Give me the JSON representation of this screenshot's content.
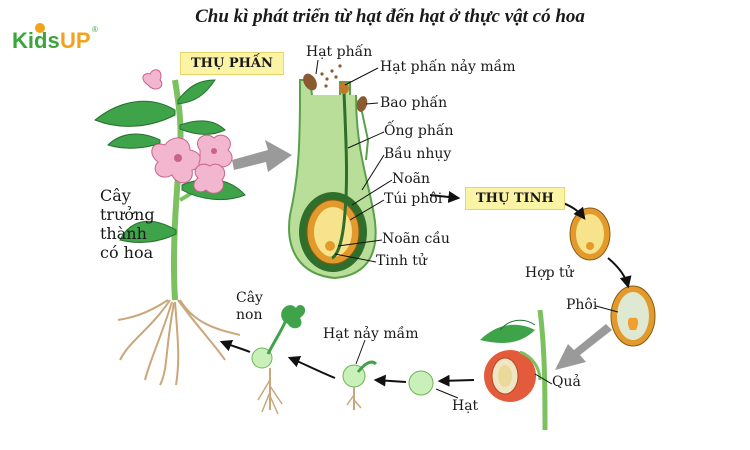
{
  "title": "Chu kì phát triển từ hạt đến hạt ở thực vật có hoa",
  "logo": {
    "text": "KidsUP",
    "mark": "®"
  },
  "stages": {
    "pollination": "THỤ PHẤN",
    "fertilization": "THỤ TINH"
  },
  "labels": {
    "mature_plant": "Cây trưởng thành có hoa",
    "pollen": "Hạt phấn",
    "germinating_pollen": "Hạt phấn nảy mầm",
    "anther": "Bao phấn",
    "pollen_tube": "Ống phấn",
    "ovary": "Bầu nhụy",
    "ovule": "Noãn",
    "embryo_sac": "Túi phôi",
    "egg_cell": "Noãn cầu",
    "sperm": "Tinh tử",
    "zygote": "Hợp tử",
    "embryo": "Phôi",
    "fruit": "Quả",
    "seed": "Hạt",
    "germinating_seed": "Hạt nảy mầm",
    "seedling": "Cây non"
  },
  "colors": {
    "leaf": "#3fa34a",
    "stem_light": "#b9de9a",
    "flower_pink": "#f3b6cf",
    "ovary_dark": "#2f6e2b",
    "ovule_orange": "#e39a2c",
    "sac_yellow": "#f7e38c",
    "fruit_red": "#e35b3b",
    "tag_bg": "#fbf3a6",
    "arrow_gray": "#9a9a9a"
  }
}
